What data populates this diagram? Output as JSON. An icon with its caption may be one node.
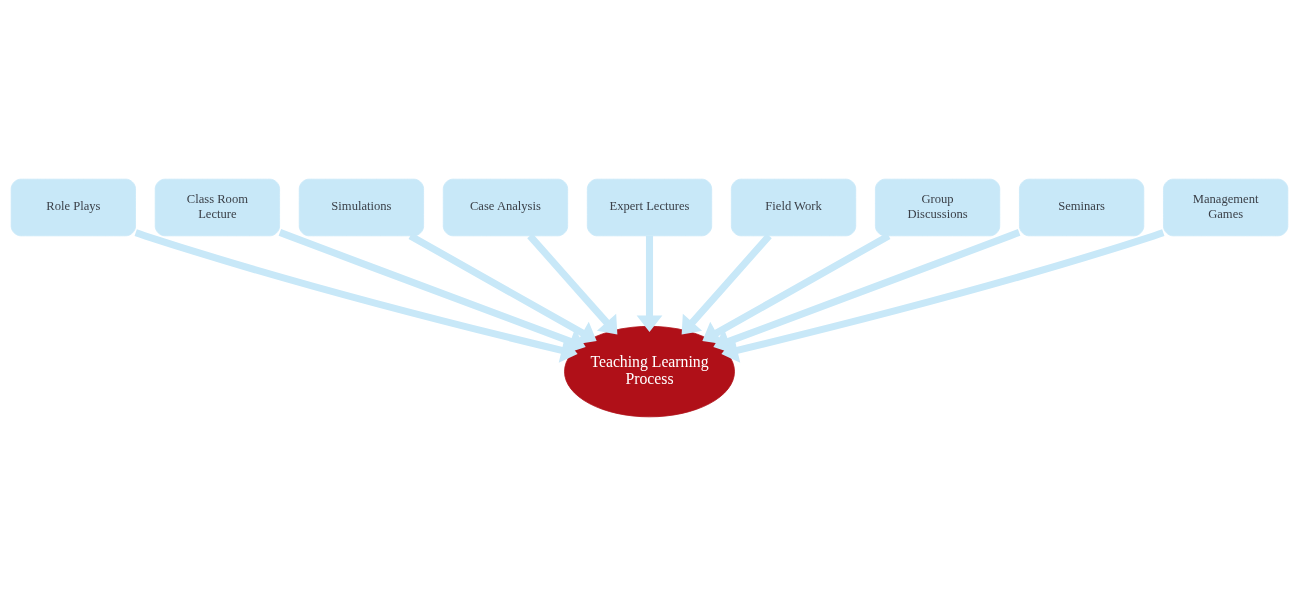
{
  "diagram": {
    "nodes": [
      {
        "text": [
          "Expert Lectures"
        ]
      },
      {
        "text": [
          "Case Analysis"
        ]
      },
      {
        "text": [
          "Field Work"
        ]
      },
      {
        "text": [
          "Simulations"
        ]
      },
      {
        "text": [
          "Group Discussions"
        ]
      },
      {
        "text": [
          "Class Room Lecture"
        ]
      },
      {
        "text": [
          "Seminars"
        ]
      },
      {
        "text": [
          "Role Plays"
        ]
      },
      {
        "text": [
          "Teaching Learning Process"
        ]
      },
      {
        "text": [
          "Management Games"
        ]
      }
    ],
    "edges": [
      {
        "from": 0,
        "to": 8,
        "arrow": "to"
      },
      {
        "from": 1,
        "to": 8,
        "arrow": "to"
      },
      {
        "from": 2,
        "to": 8,
        "arrow": "to"
      },
      {
        "from": 3,
        "to": 8,
        "arrow": "to"
      },
      {
        "from": 4,
        "to": 8,
        "arrow": "to"
      },
      {
        "from": 5,
        "to": 8,
        "arrow": "to"
      },
      {
        "from": 6,
        "to": 8,
        "arrow": "to"
      },
      {
        "from": 7,
        "to": 8,
        "arrow": "to"
      },
      {
        "from": 9,
        "to": 8,
        "arrow": "to"
      }
    ]
  }
}
